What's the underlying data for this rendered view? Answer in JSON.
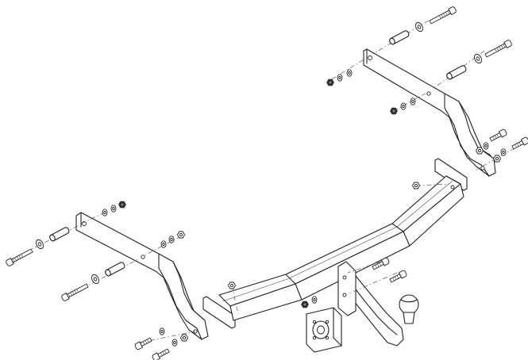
{
  "diagram": {
    "line_color": "#222222",
    "background": "#ffffff",
    "parts": [
      "tow-bar-crossbeam",
      "left-mounting-bracket",
      "right-mounting-bracket",
      "tow-ball-neck",
      "socket-plate",
      "bolts",
      "nuts",
      "washers",
      "spacer-sleeves"
    ]
  }
}
